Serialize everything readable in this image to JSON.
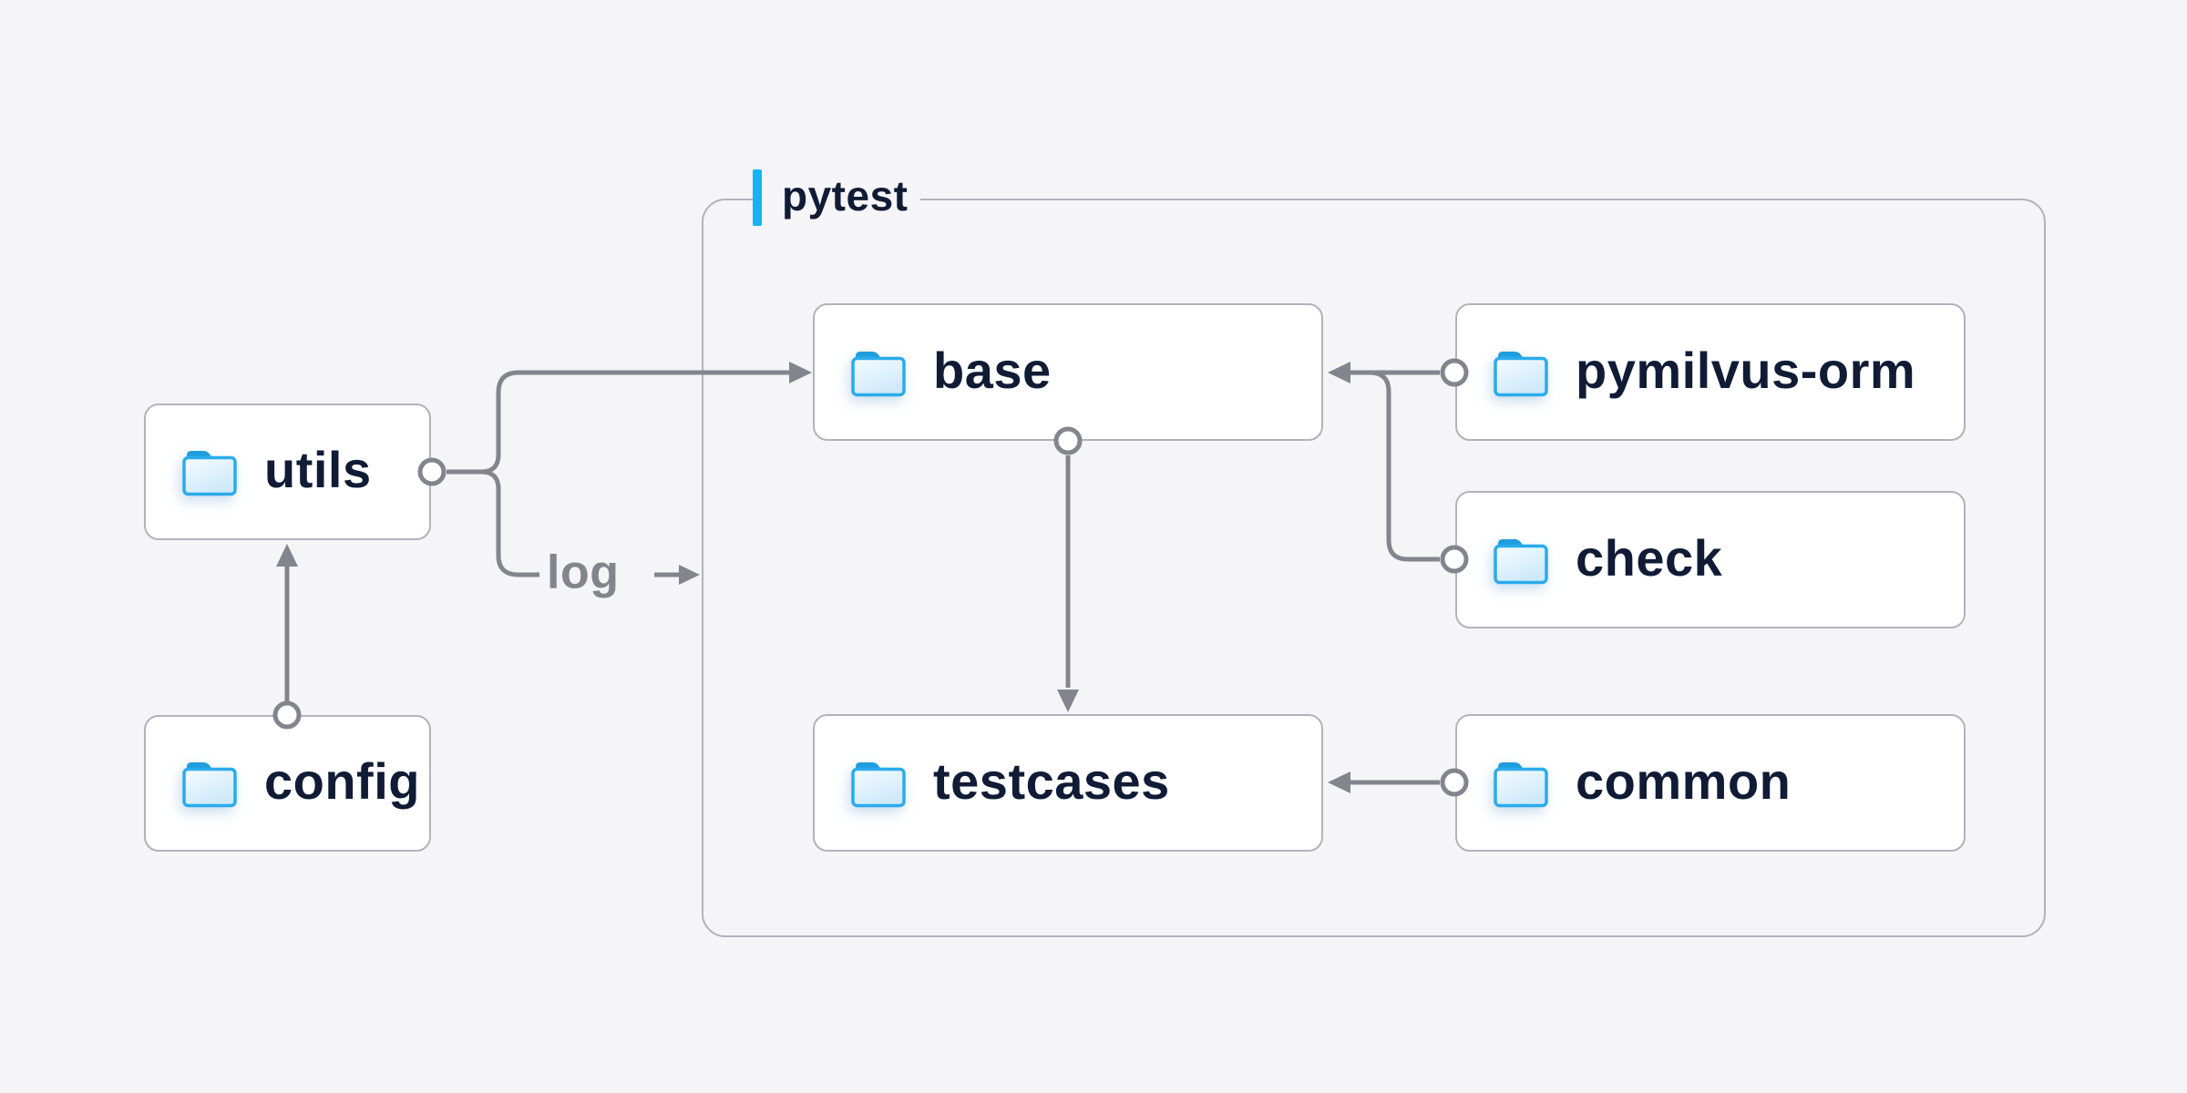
{
  "diagram": {
    "container": {
      "label": "pytest"
    },
    "nodes": [
      {
        "id": "utils",
        "label": "utils",
        "inside_container": false
      },
      {
        "id": "config",
        "label": "config",
        "inside_container": false
      },
      {
        "id": "base",
        "label": "base",
        "inside_container": true
      },
      {
        "id": "pymilvus-orm",
        "label": "pymilvus-orm",
        "inside_container": true
      },
      {
        "id": "check",
        "label": "check",
        "inside_container": true
      },
      {
        "id": "testcases",
        "label": "testcases",
        "inside_container": true
      },
      {
        "id": "common",
        "label": "common",
        "inside_container": true
      }
    ],
    "edges": [
      {
        "from": "config",
        "to": "utils",
        "label": ""
      },
      {
        "from": "utils",
        "to": "base",
        "label": ""
      },
      {
        "from": "utils",
        "to": "pytest",
        "label": "log"
      },
      {
        "from": "pymilvus-orm",
        "to": "base",
        "label": ""
      },
      {
        "from": "check",
        "to": "base",
        "label": ""
      },
      {
        "from": "base",
        "to": "testcases",
        "label": ""
      },
      {
        "from": "common",
        "to": "testcases",
        "label": ""
      }
    ],
    "edge_label": "log",
    "icons": {
      "node_icon": "folder-icon"
    }
  },
  "colors": {
    "bg": "#f5f5f7",
    "line": "#84848f",
    "border": "#b2b2be",
    "navy": "#101b35",
    "cyan": "#14b4f3",
    "folder_stroke": "#2aabec",
    "folder_tab": "#1f9ddd",
    "folder_fill_top": "#f6fbff",
    "folder_fill_bottom": "#cde9fa",
    "box_bg": "#ffffff"
  }
}
